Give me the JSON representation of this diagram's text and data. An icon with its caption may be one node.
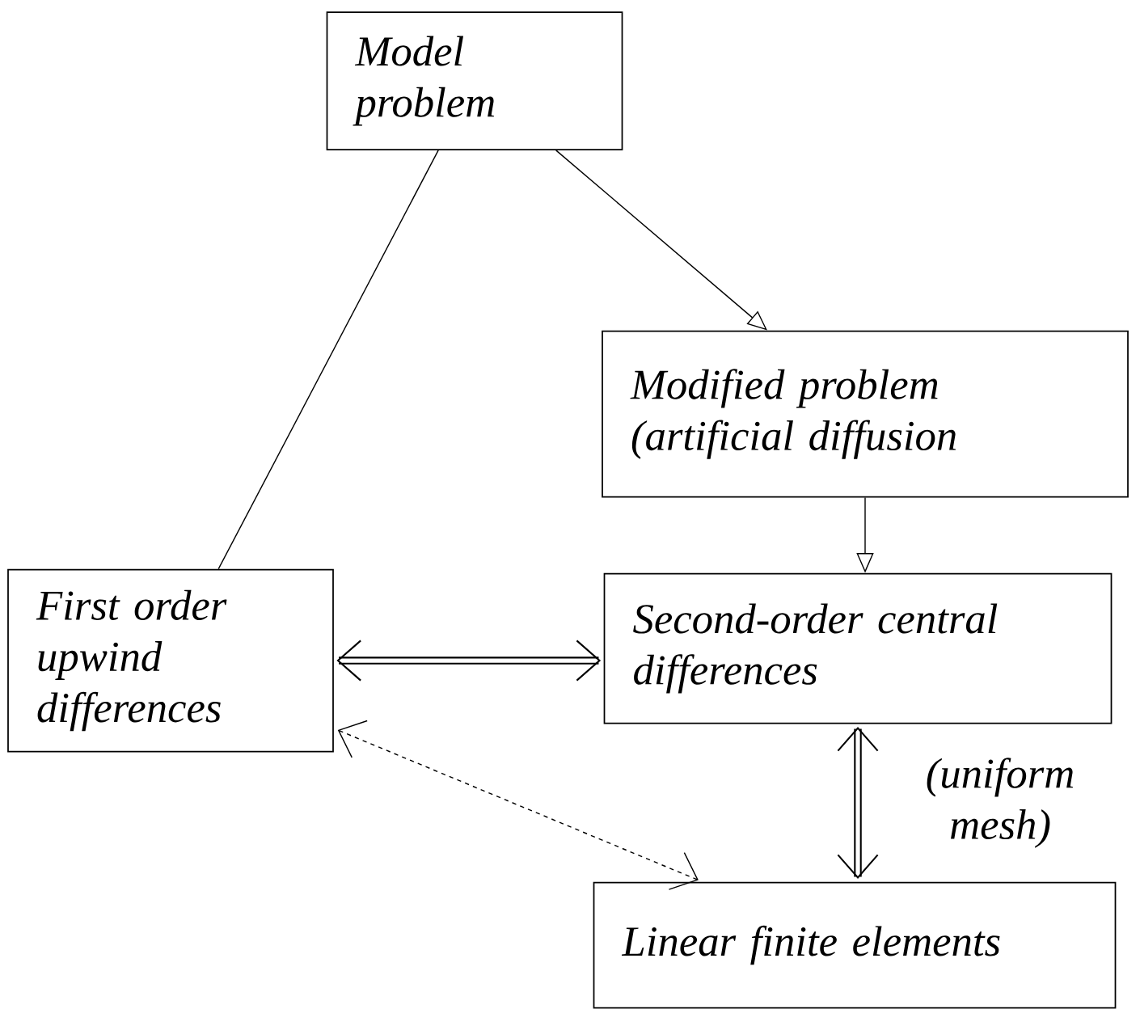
{
  "diagram": {
    "nodes": [
      {
        "text": [
          "Model problem"
        ]
      },
      {
        "text": [
          "Modified problem (artificial diffusion"
        ]
      },
      {
        "text": [
          "First order upwind differences"
        ]
      },
      {
        "text": [
          "Second-order central differences"
        ]
      },
      {
        "text": [
          "Linear finite elements"
        ]
      }
    ],
    "edges": [
      {
        "from": 0,
        "to": 1,
        "arrow": "to"
      },
      {
        "from": 0,
        "to": 2,
        "arrow": "none"
      },
      {
        "from": 1,
        "to": 3,
        "arrow": "to"
      },
      {
        "from": 2,
        "to": 3,
        "arrow": "both",
        "style": "thick"
      },
      {
        "from": 3,
        "to": 4,
        "arrow": "both",
        "style": "thick",
        "label": "(uniform mesh)"
      },
      {
        "from": 2,
        "to": 4,
        "arrow": "both",
        "style": "dashed"
      }
    ]
  }
}
